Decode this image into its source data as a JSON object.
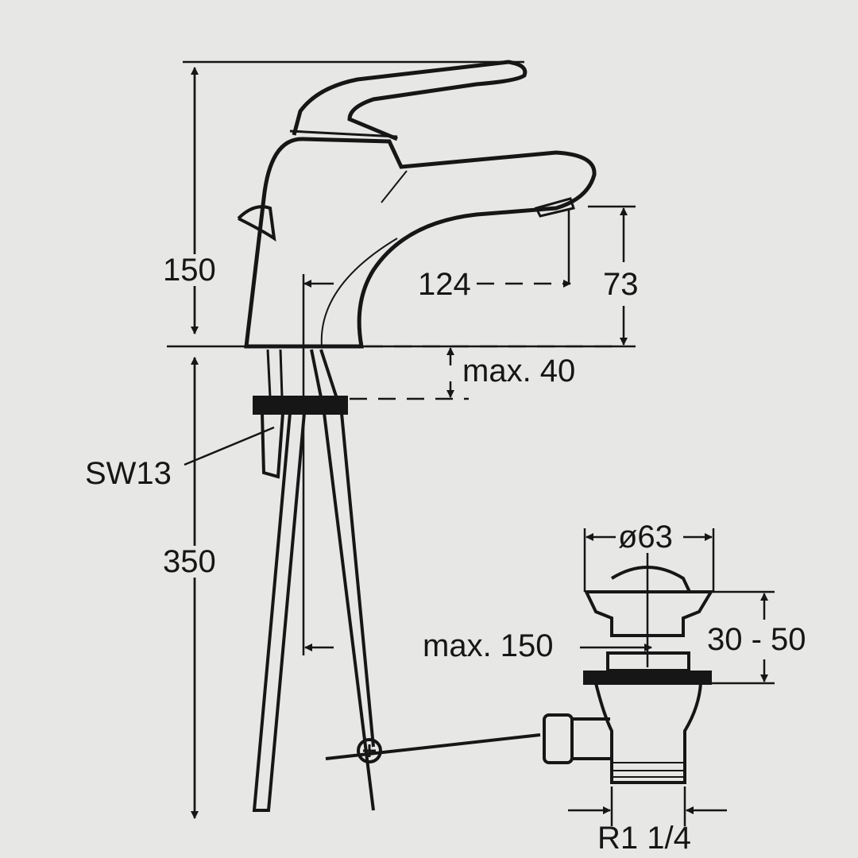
{
  "dimensions": {
    "faucet_height": "150",
    "spout_reach": "124",
    "spout_clearance": "73",
    "max_deck_thickness": "max. 40",
    "wrench_size": "SW13",
    "hose_length": "350",
    "drain_diameter": "ø63",
    "drain_height_range": "30 - 50",
    "max_rod_distance": "max. 150",
    "drain_thread": "R1 1/4"
  },
  "colors": {
    "background": "#e7e7e6",
    "line": "#161616"
  }
}
